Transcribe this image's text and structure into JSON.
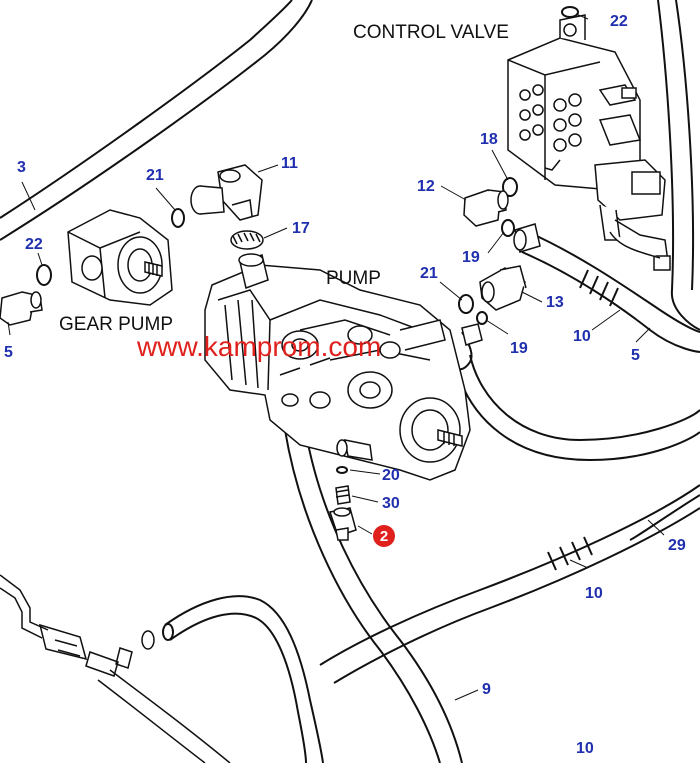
{
  "titles": {
    "control_valve": "CONTROL VALVE",
    "pump": "PUMP",
    "gear_pump": "GEAR PUMP"
  },
  "watermark": "www.kamprom.com",
  "labels": {
    "l22_top": "22",
    "l3": "3",
    "l21_top": "21",
    "l11": "11",
    "l18": "18",
    "l12": "12",
    "l17": "17",
    "l22_left": "22",
    "l19_upper": "19",
    "l21_mid": "21",
    "l13": "13",
    "l10_upper": "10",
    "l5_left": "5",
    "l19_lower": "19",
    "l5_right": "5",
    "l20": "20",
    "l30": "30",
    "l2": "2",
    "l29": "29",
    "l10_mid": "10",
    "l9": "9",
    "l10_bottom": "10"
  },
  "colors": {
    "label": "#1f2fae",
    "line": "#111111",
    "watermark": "#e0201c",
    "badge": "#e0201c"
  }
}
